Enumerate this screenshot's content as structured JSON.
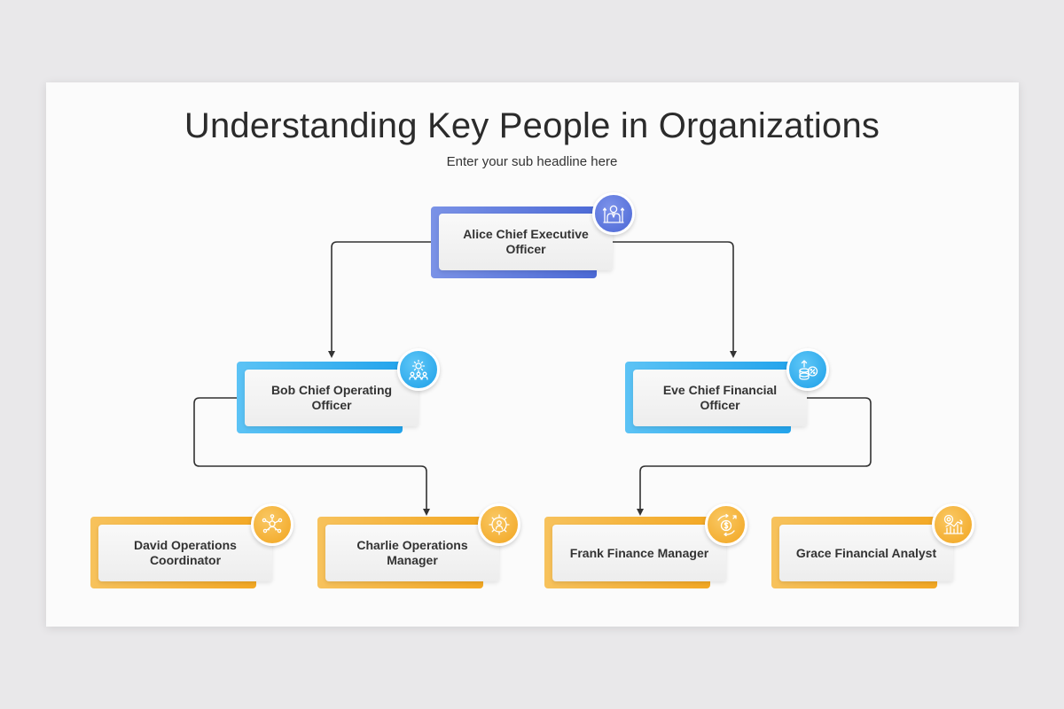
{
  "slide": {
    "title": "Understanding Key People in Organizations",
    "subtitle": "Enter your sub headline here"
  },
  "nodes": {
    "alice": {
      "label": "Alice Chief Executive Officer",
      "color": "#5571d9",
      "icon": "executive-person-icon"
    },
    "bob": {
      "label": "Bob Chief Operating Officer",
      "color": "#2aa9ee",
      "icon": "operations-gear-team-icon"
    },
    "eve": {
      "label": "Eve Chief Financial Officer",
      "color": "#2aa9ee",
      "icon": "coins-percent-icon"
    },
    "david": {
      "label": "David Operations Coordinator",
      "color": "#f4ac2c",
      "icon": "network-people-icon"
    },
    "charlie": {
      "label": "Charlie Operations Manager",
      "color": "#f4ac2c",
      "icon": "gear-person-icon"
    },
    "frank": {
      "label": "Frank Finance Manager",
      "color": "#f4ac2c",
      "icon": "dollar-cycle-icon"
    },
    "grace": {
      "label": "Grace Financial Analyst",
      "color": "#f4ac2c",
      "icon": "chart-analysis-icon"
    }
  },
  "edges": [
    {
      "from": "Alice Chief Executive Officer",
      "to": "Bob Chief Operating Officer"
    },
    {
      "from": "Alice Chief Executive Officer",
      "to": "Eve Chief Financial Officer"
    },
    {
      "from": "Bob Chief Operating Officer",
      "to": "Charlie Operations Manager"
    },
    {
      "from": "Eve Chief Financial Officer",
      "to": "Frank Finance Manager"
    }
  ]
}
